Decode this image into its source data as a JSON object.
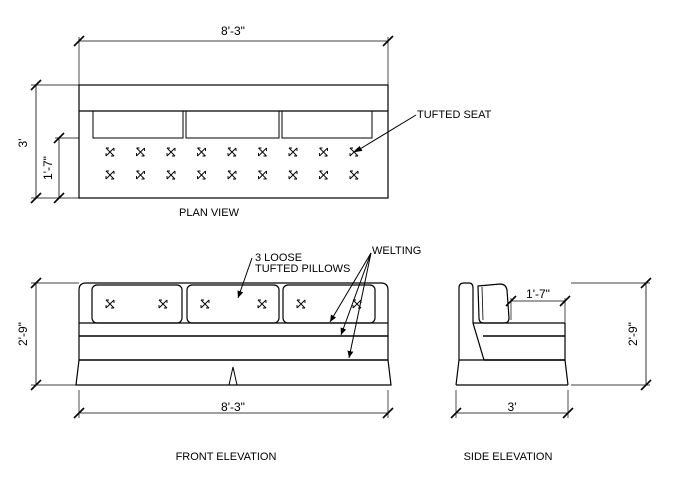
{
  "plan_view": {
    "title": "PLAN VIEW",
    "width_dim": "8'-3\"",
    "depth_dim": "3'",
    "seat_depth_dim": "1'-7\"",
    "callout": "TUFTED SEAT"
  },
  "front_elevation": {
    "title": "FRONT ELEVATION",
    "width_dim": "8'-3\"",
    "height_dim": "2'-9\"",
    "pillows_callout_line1": "3 LOOSE",
    "pillows_callout_line2": "TUFTED PILLOWS",
    "welting_callout": "WELTING"
  },
  "side_elevation": {
    "title": "SIDE ELEVATION",
    "depth_dim": "3'",
    "height_dim": "2'-9\"",
    "seat_depth_dim": "1'-7\""
  },
  "colors": {
    "line": "#000000",
    "background": "#ffffff"
  }
}
